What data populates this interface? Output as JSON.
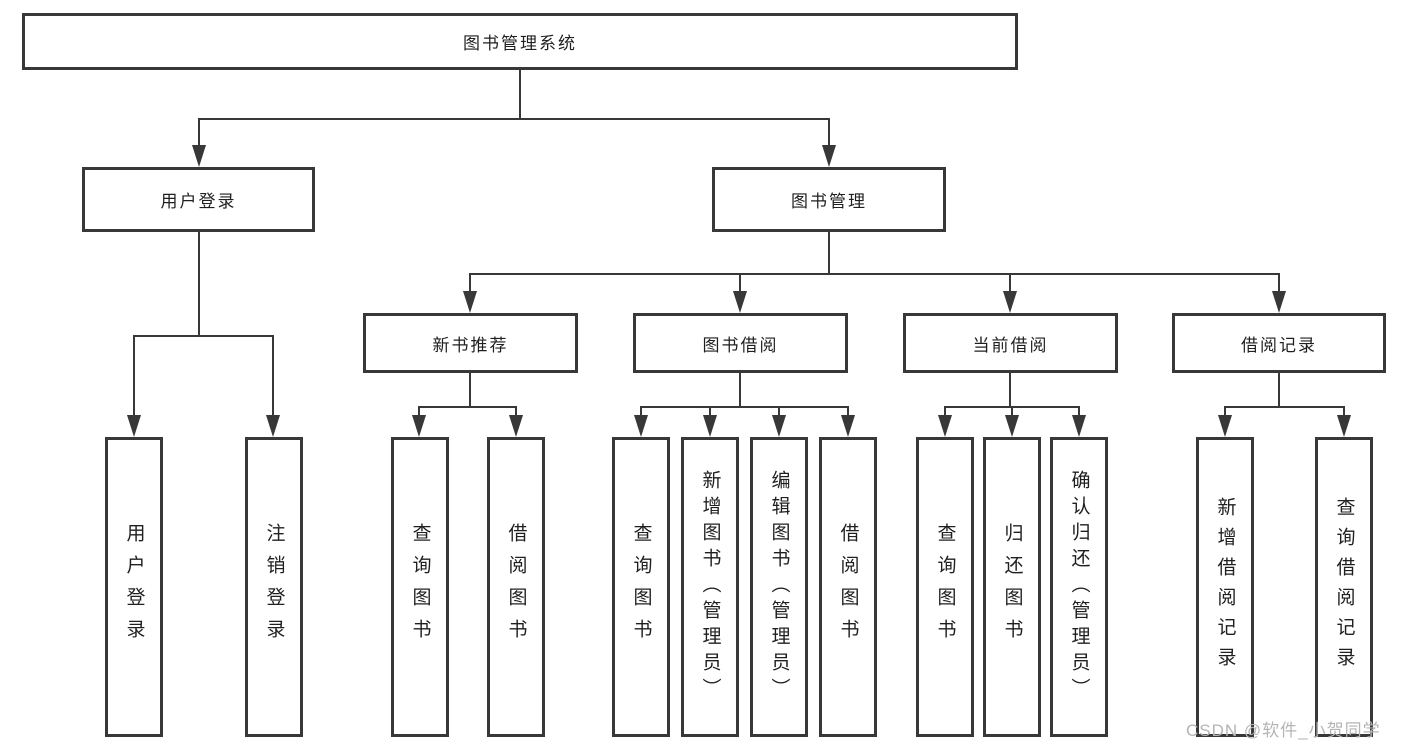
{
  "diagram": {
    "title": "图书管理系统",
    "branches": [
      {
        "label": "用户登录",
        "children": [
          "用户登录",
          "注销登录"
        ]
      },
      {
        "label": "图书管理",
        "sections": [
          {
            "label": "新书推荐",
            "children": [
              "查询图书",
              "借阅图书"
            ]
          },
          {
            "label": "图书借阅",
            "children": [
              "查询图书",
              "新增图书（管理员）",
              "编辑图书（管理员）",
              "借阅图书"
            ]
          },
          {
            "label": "当前借阅",
            "children": [
              "查询图书",
              "归还图书",
              "确认归还（管理员）"
            ]
          },
          {
            "label": "借阅记录",
            "children": [
              "新增借阅记录",
              "查询借阅记录"
            ]
          }
        ]
      }
    ]
  },
  "watermark": "CSDN @软件_小贺同学",
  "colors": {
    "background": "#ffffff",
    "line": "#383838",
    "box_border": "#383838",
    "text": "#1f1f1f",
    "watermark": "#b5b5b5"
  }
}
